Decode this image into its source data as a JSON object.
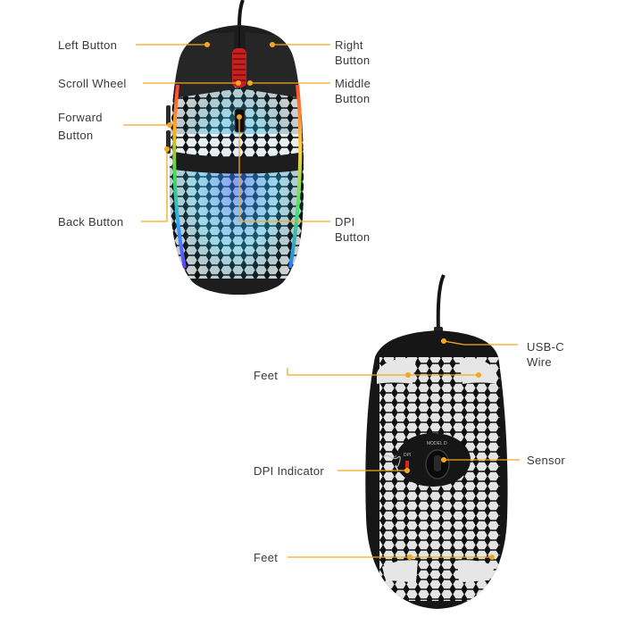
{
  "top_view": {
    "left_button": "Left Button",
    "right_button": "Right\nButton",
    "scroll_wheel": "Scroll Wheel",
    "middle_button": "Middle\nButton",
    "forward_button": "Forward\nButton",
    "back_button": "Back Button",
    "dpi_button": "DPI\nButton"
  },
  "bottom_view": {
    "feet_top": "Feet",
    "usb_c_wire": "USB-C\nWire",
    "dpi_indicator": "DPI Indicator",
    "sensor": "Sensor",
    "feet_bottom": "Feet",
    "model_text": "MODEL D",
    "dpi_small": "DPI"
  },
  "colors": {
    "leader_line": "#f5a623",
    "mouse_body": "#1c1c1c",
    "feet": "#e6e6e6"
  }
}
